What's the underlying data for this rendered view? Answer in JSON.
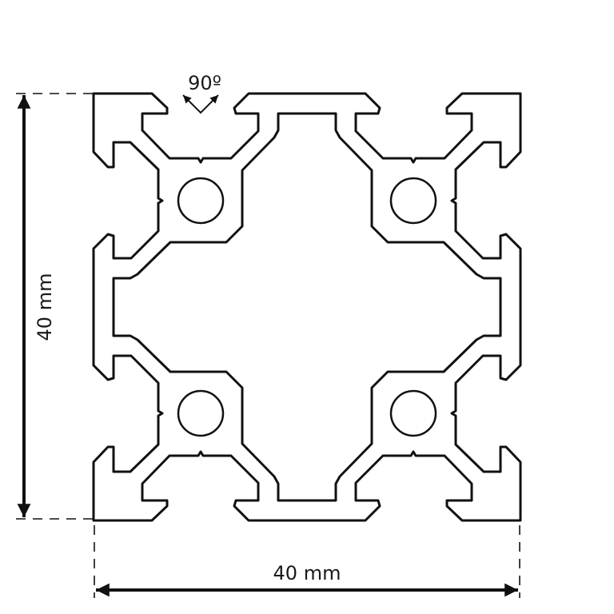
{
  "drawing": {
    "width_label": "40 mm",
    "height_label": "40 mm",
    "angle_label": "90º",
    "line_color": "#111111"
  }
}
